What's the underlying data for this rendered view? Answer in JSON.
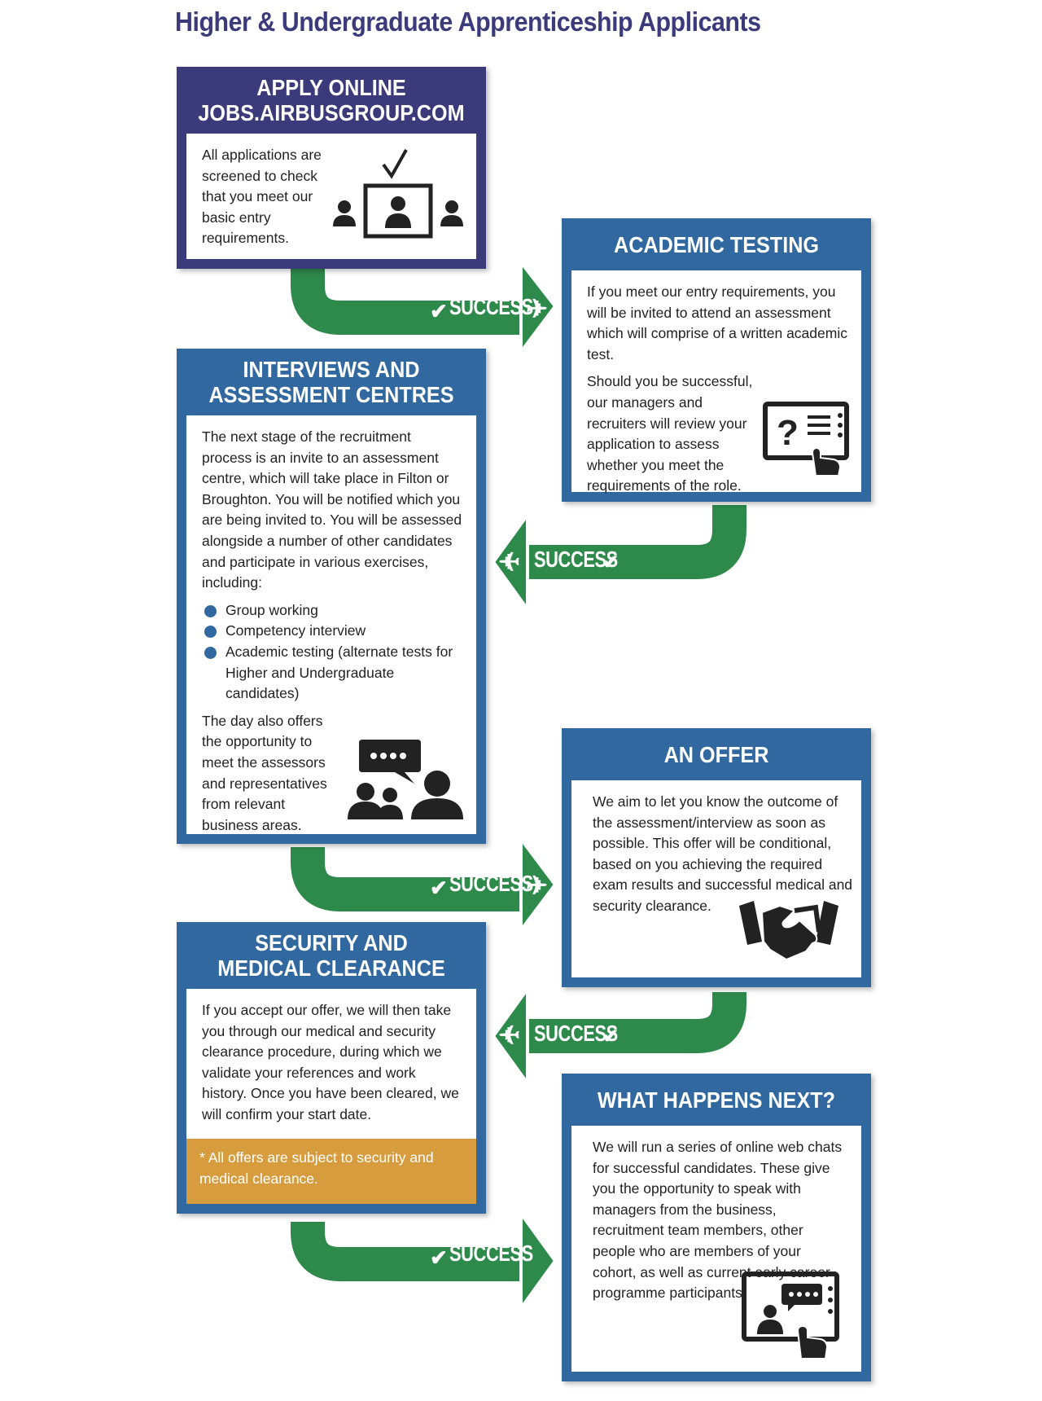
{
  "page_title": "Higher & Undergraduate Apprenticeship Applicants",
  "colors": {
    "title": "#3b3b7c",
    "purple_box": "#3b3a7a",
    "blue_box": "#31689f",
    "arrow_green": "#2e8a4b",
    "note_orange": "#d69c3e",
    "icon_dark": "#222222"
  },
  "success_label": "SUCCESS",
  "steps": {
    "apply": {
      "title_line1": "APPLY ONLINE",
      "title_line2": "JOBS.AIRBUSGROUP.COM",
      "text": "All applications are screened to check that you meet our basic entry requirements.",
      "icon": "screening-check-icon"
    },
    "academic": {
      "title": "ACADEMIC TESTING",
      "text1": "If you meet our entry requirements, you will be invited to attend an assessment which will comprise of a written academic test.",
      "text2": "Should you be successful, our managers and recruiters will review your application to assess whether you meet the requirements of the role.",
      "icon": "test-touchscreen-icon"
    },
    "interviews": {
      "title_line1": "INTERVIEWS AND",
      "title_line2": "ASSESSMENT CENTRES",
      "text1": "The next stage of the recruitment process is an invite to an assessment centre, which will take place in Filton or Broughton. You will be notified which you are being invited to. You will be assessed alongside a number of other candidates and participate in various exercises, including:",
      "bullets": [
        "Group working",
        "Competency interview",
        "Academic testing (alternate tests for Higher and Undergraduate candidates)"
      ],
      "text2": "The day also offers the opportunity to meet the assessors and representatives from relevant business areas.",
      "icon": "group-chat-icon"
    },
    "offer": {
      "title": "AN OFFER",
      "text": "We aim to let you know the outcome of the assessment/interview as soon as possible. This offer will be conditional, based on you achieving the required exam results and successful medical and security clearance.",
      "icon": "handshake-icon"
    },
    "security": {
      "title_line1": "SECURITY AND",
      "title_line2": "MEDICAL CLEARANCE",
      "text": "If you accept our offer, we will then take you through our medical and security clearance procedure, during which we validate your references and work history. Once you have been cleared, we will confirm your start date.",
      "note": "* All offers are subject to security and medical clearance."
    },
    "next": {
      "title": "WHAT HAPPENS NEXT?",
      "text": "We will run a series of online web chats for successful candidates. These give you the opportunity to speak with managers from the business, recruitment team members, other people who are members of your cohort, as well as current early career programme participants.",
      "icon": "web-chat-screen-icon"
    }
  }
}
